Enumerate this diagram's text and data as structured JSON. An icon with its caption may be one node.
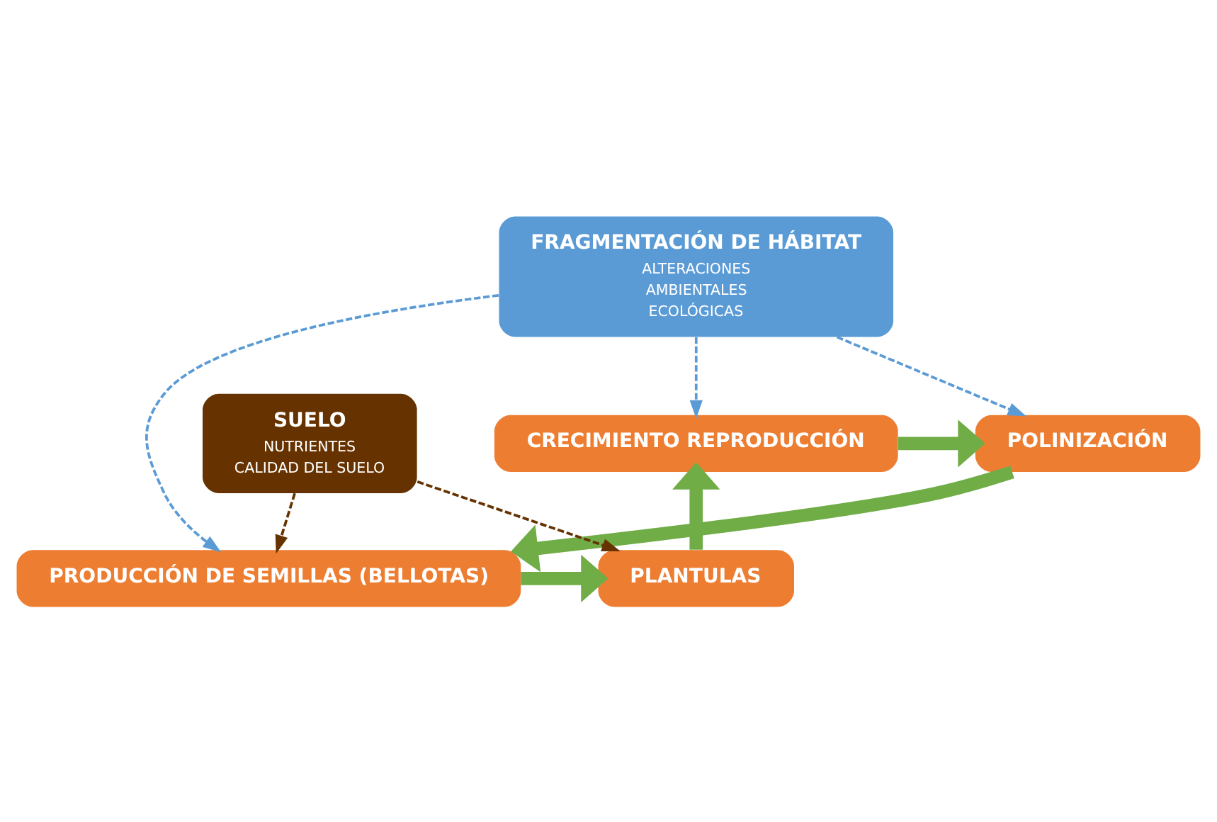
{
  "diagram": {
    "nodes": [
      {
        "text": [
          "POLINIZACIÓN"
        ]
      },
      {
        "text": [
          "CRECIMIENTO REPRODUCCIÓN"
        ]
      },
      {
        "text": [
          "FRAGMENTACIÓN DE HÁBITAT",
          "ALTERACIONES",
          "AMBIENTALES",
          "ECOLÓGICAS"
        ]
      },
      {
        "text": [
          "PRODUCCIÓN DE SEMILLAS (BELLOTAS)"
        ]
      },
      {
        "text": [
          "PLANTULAS"
        ]
      },
      {
        "text": [
          "SUELO",
          "NUTRIENTES",
          "CALIDAD DEL SUELO"
        ]
      }
    ],
    "edges": [
      {
        "from": 1,
        "to": 0,
        "arrow": "to",
        "style": "thick",
        "color": "#70ad47"
      },
      {
        "from": 0,
        "to": 3,
        "arrow": "to",
        "style": "thick",
        "color": "#70ad47"
      },
      {
        "from": 3,
        "to": 4,
        "arrow": "to",
        "style": "thick",
        "color": "#70ad47"
      },
      {
        "from": 4,
        "to": 1,
        "arrow": "to",
        "style": "thick",
        "color": "#70ad47"
      },
      {
        "from": 2,
        "to": 0,
        "arrow": "to",
        "style": "dashed",
        "color": "#5b9bd5"
      },
      {
        "from": 2,
        "to": 3,
        "arrow": "to",
        "style": "dashed",
        "color": "#5b9bd5"
      },
      {
        "from": 2,
        "to": 1,
        "arrow": "to",
        "style": "dashed",
        "color": "#5b9bd5"
      },
      {
        "from": 5,
        "to": 3,
        "arrow": "to",
        "style": "dashed",
        "color": "#663300"
      },
      {
        "from": 5,
        "to": 4,
        "arrow": "to",
        "style": "dashed",
        "color": "#663300"
      }
    ]
  }
}
